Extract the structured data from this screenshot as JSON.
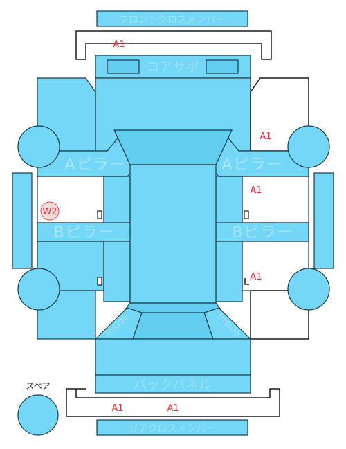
{
  "labels": {
    "front_cross_member": "フロントクロスメンバー",
    "core_support": "コアサポ",
    "a_pillar_left": "Aピラー",
    "a_pillar_right": "Aピラー",
    "b_pillar_left": "Bピラー",
    "b_pillar_right": "Bピラー",
    "back_panel": "バックパネル",
    "rear_cross_member": "リアクロスメンバー",
    "spare": "スペア",
    "inside_left": "Inside",
    "inside_right": "Inside"
  },
  "marks": {
    "front_a1": "A1",
    "right_upper_a1": "A1",
    "right_mid_a1": "A1",
    "right_lower_a1": "A1",
    "rear_a1_left": "A1",
    "rear_a1_right": "A1",
    "left_w2": "W2"
  },
  "colors": {
    "panel": "#73d7f5",
    "outline": "#1a3a4a",
    "mark": "#e8303a"
  }
}
